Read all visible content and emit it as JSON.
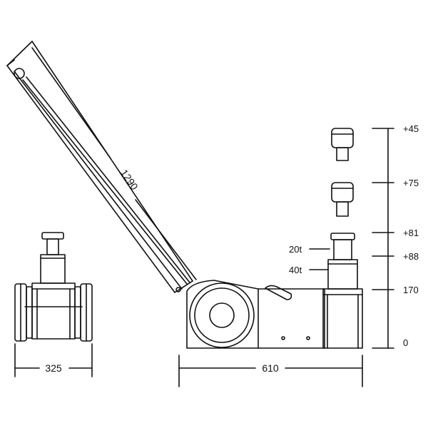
{
  "dimensions": {
    "handle_length": "1290",
    "width": "325",
    "length": "610"
  },
  "capacity_labels": {
    "upper": "20t",
    "lower": "40t"
  },
  "height_scale": {
    "ticks": [
      "+45",
      "+75",
      "+81",
      "+88",
      "170",
      "0"
    ]
  },
  "colors": {
    "line": "#111111",
    "background": "#ffffff"
  }
}
